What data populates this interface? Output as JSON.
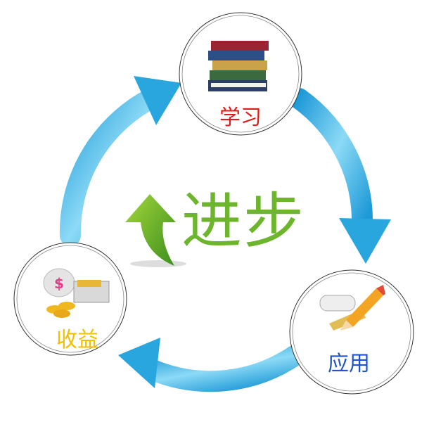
{
  "center": {
    "title": "进步",
    "color": "#6cb52c"
  },
  "nodes": [
    {
      "label": "学习",
      "color": "#e41a1a",
      "icon": "books-icon"
    },
    {
      "label": "应用",
      "color": "#2056c8",
      "icon": "pencil-ruler-icon"
    },
    {
      "label": "收益",
      "color": "#f0c000",
      "icon": "money-bag-icon"
    }
  ],
  "arrow_color": "#2aa6df"
}
